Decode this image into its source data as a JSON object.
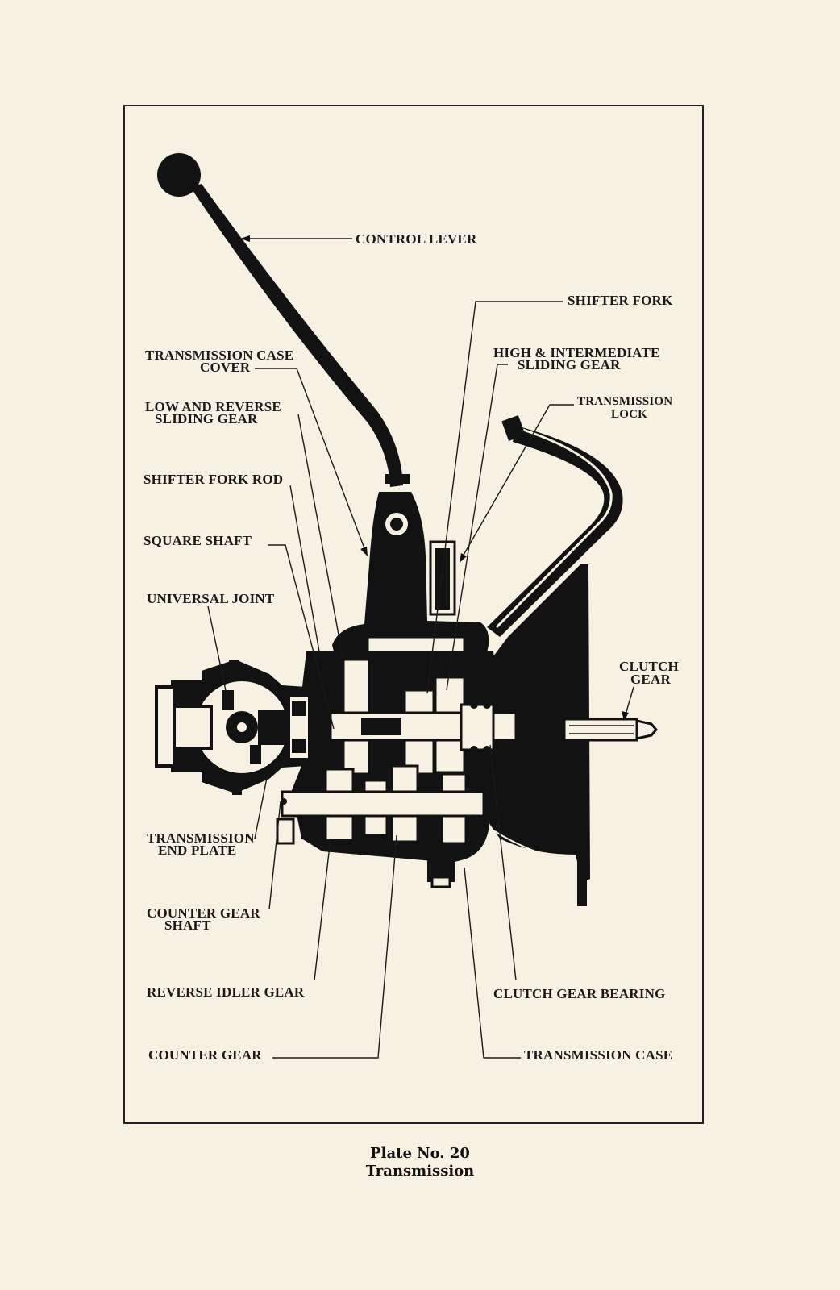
{
  "labels": {
    "control_lever": "CONTROL LEVER",
    "shifter_fork": "SHIFTER FORK",
    "case_cover_1": "TRANSMISSION CASE",
    "case_cover_2": "COVER",
    "high_gear_1": "HIGH & INTERMEDIATE",
    "high_gear_2": "SLIDING GEAR",
    "lock_1": "TRANSMISSION",
    "lock_2": "LOCK",
    "low_gear_1": "LOW AND REVERSE",
    "low_gear_2": "SLIDING GEAR",
    "fork_rod": "SHIFTER FORK ROD",
    "square_shaft": "SQUARE SHAFT",
    "universal_joint": "UNIVERSAL JOINT",
    "clutch_gear_1": "CLUTCH",
    "clutch_gear_2": "GEAR",
    "end_plate_1": "TRANSMISSION",
    "end_plate_2": "END PLATE",
    "counter_shaft_1": "COUNTER GEAR",
    "counter_shaft_2": "SHAFT",
    "reverse_idler": "REVERSE IDLER GEAR",
    "clutch_bearing": "CLUTCH GEAR BEARING",
    "counter_gear": "COUNTER GEAR",
    "trans_case": "TRANSMISSION CASE"
  },
  "caption": {
    "plate": "Plate No. 20",
    "title": "Transmission"
  }
}
